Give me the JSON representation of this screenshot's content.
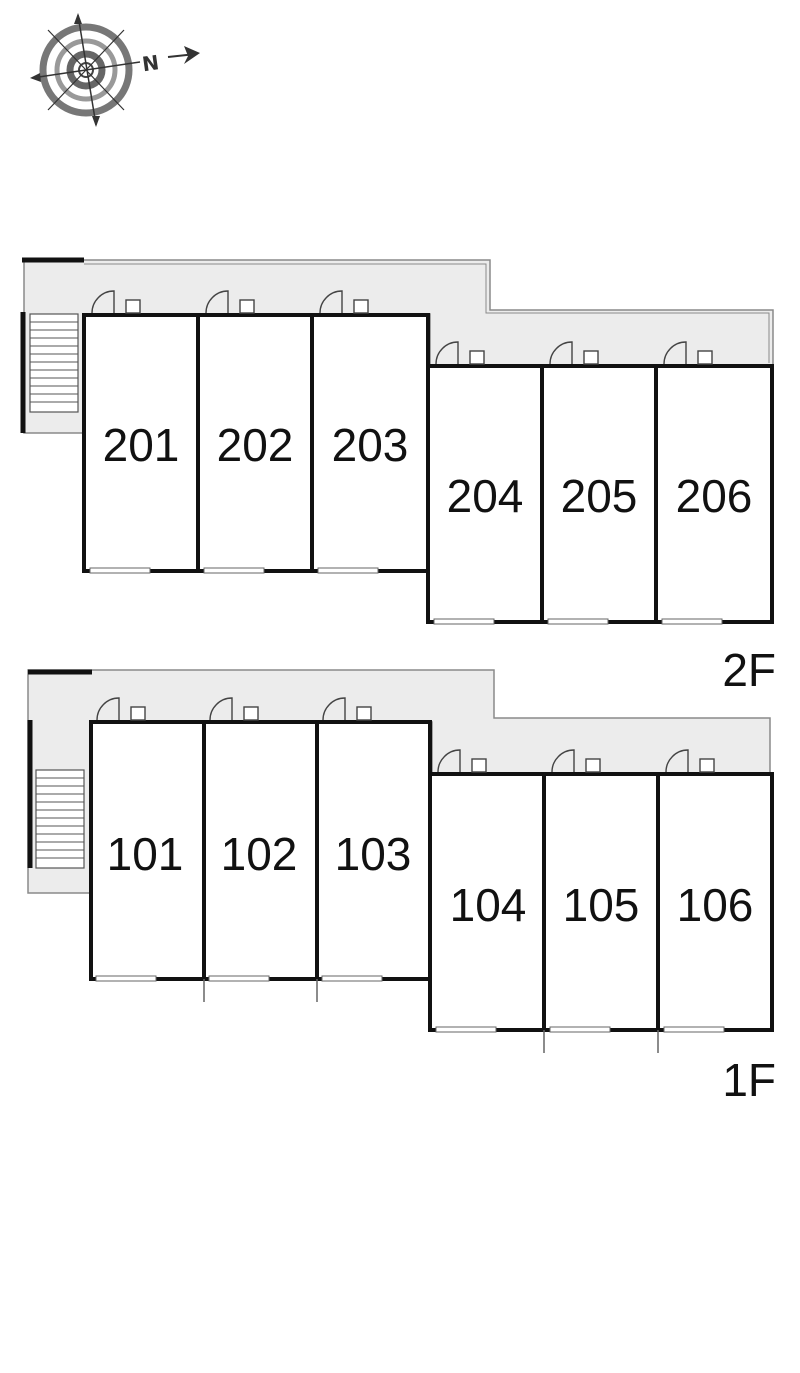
{
  "compass": {
    "north_label": "N",
    "icon": "compass-rose-icon"
  },
  "floors": [
    {
      "id": "2f",
      "label": "2F",
      "units": [
        "201",
        "202",
        "203",
        "204",
        "205",
        "206"
      ]
    },
    {
      "id": "1f",
      "label": "1F",
      "units": [
        "101",
        "102",
        "103",
        "104",
        "105",
        "106"
      ]
    }
  ],
  "colors": {
    "wall": "#111111",
    "corridor_fill": "#ececec",
    "corridor_line": "#8a8a8a",
    "compass_ring": "#777777"
  }
}
